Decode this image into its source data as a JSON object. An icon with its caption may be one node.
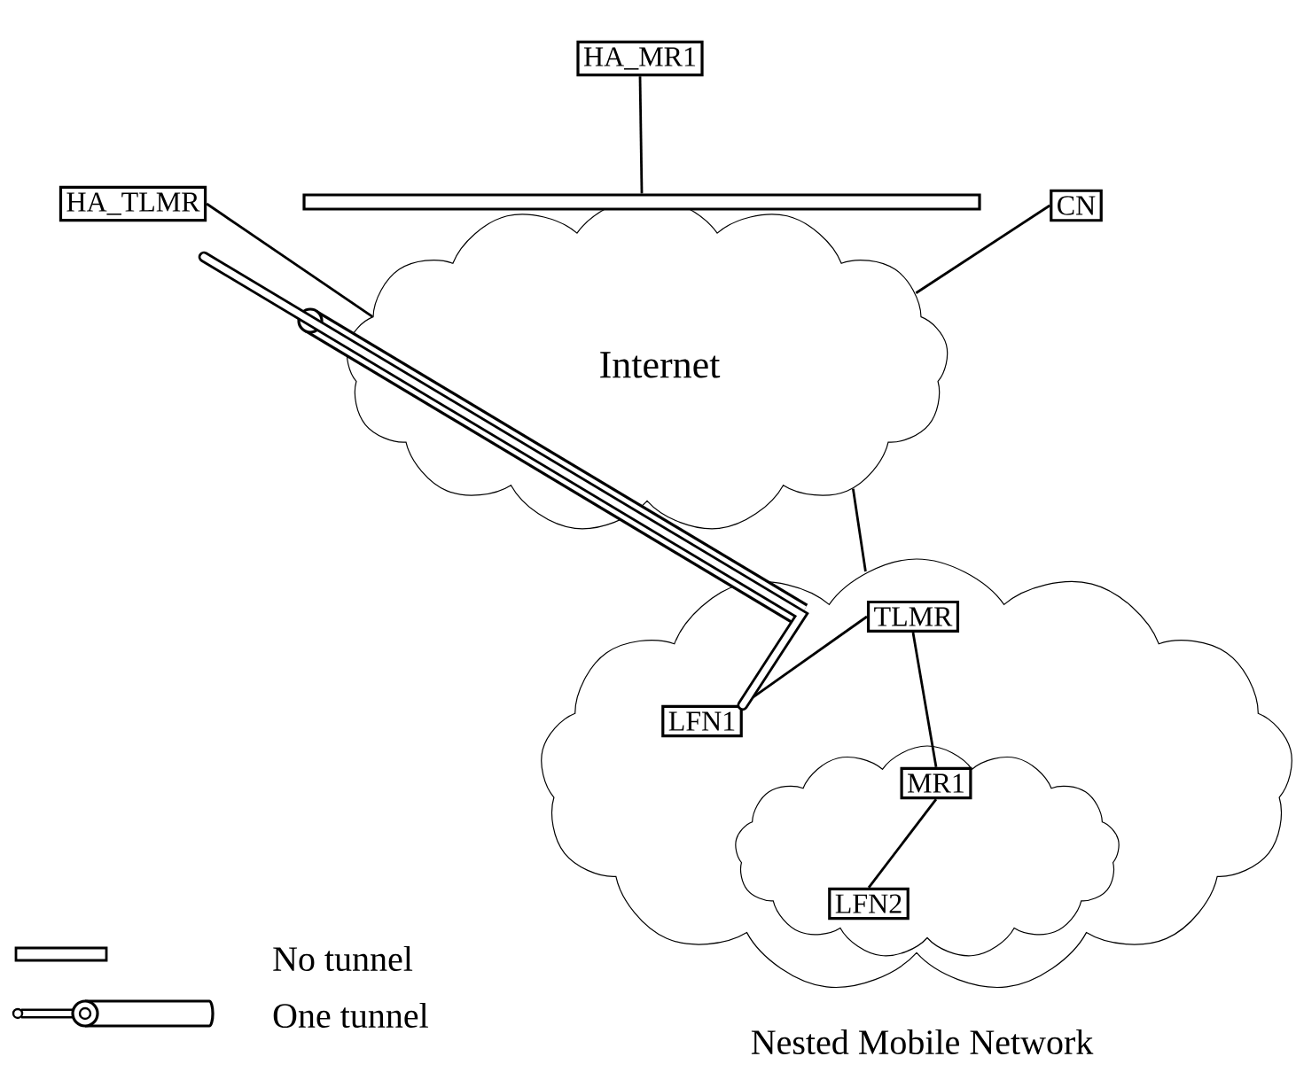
{
  "diagram": {
    "nodes": [
      {
        "text": [
          "HA_MR1"
        ]
      },
      {
        "text": [],
        "shape": "bar"
      },
      {
        "text": [
          "HA_TLMR"
        ]
      },
      {
        "text": [
          "CN"
        ]
      },
      {
        "text": [
          "Internet"
        ]
      },
      {
        "text": [
          "Nested Mobile Network"
        ]
      },
      {
        "text": [
          "TLMR"
        ],
        "in": 5
      },
      {
        "text": [
          "LFN1"
        ],
        "in": 5
      },
      {
        "text": [],
        "shape": "cloud",
        "in": 5
      },
      {
        "text": [
          "MR1"
        ],
        "in": 8
      },
      {
        "text": [
          "LFN2"
        ],
        "in": 8
      }
    ],
    "edges": [
      {
        "from": 0,
        "to": 1,
        "arrow": "none"
      },
      {
        "from": 2,
        "to": 4,
        "arrow": "none"
      },
      {
        "from": 3,
        "to": 4,
        "arrow": "none"
      },
      {
        "from": 4,
        "to": 5,
        "arrow": "none"
      },
      {
        "from": 6,
        "to": 7,
        "arrow": "none"
      },
      {
        "from": 6,
        "to": 9,
        "arrow": "none"
      },
      {
        "from": 9,
        "to": 10,
        "arrow": "none"
      },
      {
        "from": null,
        "to": 7,
        "arrow": "none",
        "style": "thick"
      }
    ],
    "legend": [
      {
        "text": "No tunnel"
      },
      {
        "text": "One tunnel"
      }
    ]
  }
}
